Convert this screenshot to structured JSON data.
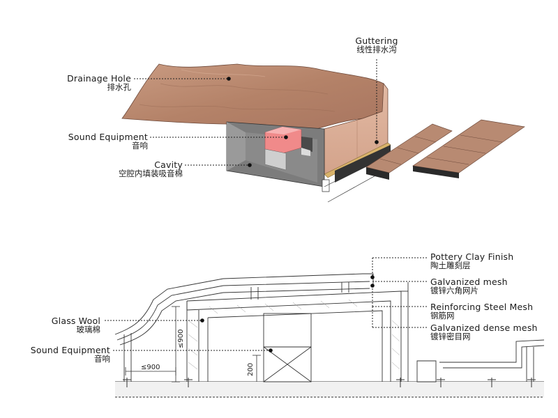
{
  "callouts": {
    "drainage_hole": {
      "en": "Drainage Hole",
      "cn": "排水孔"
    },
    "guttering": {
      "en": "Guttering",
      "cn": "线性排水沟"
    },
    "sound_equipment_top": {
      "en": "Sound Equipment",
      "cn": "音响"
    },
    "cavity": {
      "en": "Cavity",
      "cn": "空腔内填装吸音棉"
    },
    "pottery_clay": {
      "en": "Pottery Clay Finish",
      "cn": "陶土雕刻层"
    },
    "galvanized_mesh": {
      "en": "Galvanized mesh",
      "cn": "镀锌六角网片"
    },
    "reinforcing_mesh": {
      "en": "Reinforcing Steel Mesh",
      "cn": "钢筋网"
    },
    "galvanized_dense": {
      "en": "Galvanized dense mesh",
      "cn": "镀锌密目网"
    },
    "glass_wool": {
      "en": "Glass Wool",
      "cn": "玻璃棉"
    },
    "sound_equipment_bottom": {
      "en": "Sound Equipment",
      "cn": "音响"
    }
  },
  "dimensions": {
    "height_900": "≤900",
    "width_900": "≤900",
    "height_200": "200"
  },
  "colors": {
    "clay": "#b98a72",
    "clay_dark": "#8e6351",
    "cavity": "#7d7d7d",
    "speaker_pink": "#f08a8a",
    "gold_strip": "#d9b36a"
  }
}
